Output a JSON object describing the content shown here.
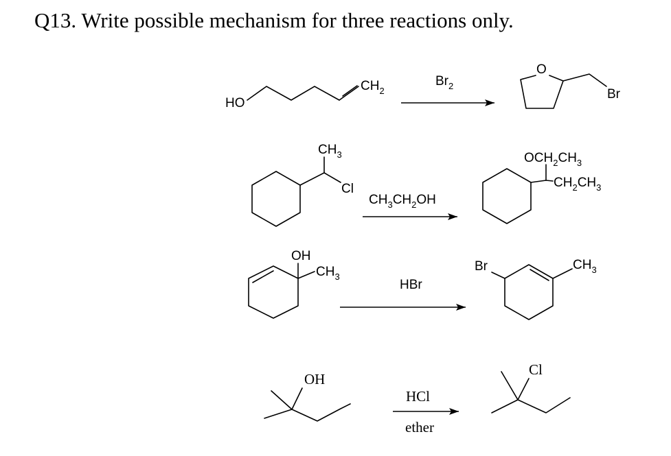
{
  "question": {
    "title": "Q13. Write possible mechanism for three reactions only."
  },
  "reactions": [
    {
      "reactant_labels": {
        "ho": "HO",
        "ch": "CH",
        "ch_sub": "2"
      },
      "reagent": {
        "main": "Br",
        "sub": "2"
      },
      "product_labels": {
        "o": "O",
        "br": "Br"
      }
    },
    {
      "reactant_labels": {
        "ch": "CH",
        "ch_sub": "3",
        "cl": "Cl"
      },
      "reagent": {
        "p1": "CH",
        "s1": "3",
        "p2": "CH",
        "s2": "2",
        "p3": "OH"
      },
      "product_labels": {
        "och": "OCH",
        "och_s1": "2",
        "och_ch": "CH",
        "och_s2": "3",
        "eth": "CH",
        "eth_s1": "2",
        "eth_ch": "CH",
        "eth_s2": "3"
      }
    },
    {
      "reactant_labels": {
        "oh": "OH",
        "ch": "CH",
        "ch_sub": "3"
      },
      "reagent": {
        "main": "HBr"
      },
      "product_labels": {
        "br": "Br",
        "ch": "CH",
        "ch_sub": "3"
      }
    },
    {
      "reactant_labels": {
        "oh": "OH"
      },
      "reagent": {
        "above": "HCl",
        "below": "ether"
      },
      "product_labels": {
        "cl": "Cl"
      }
    }
  ]
}
